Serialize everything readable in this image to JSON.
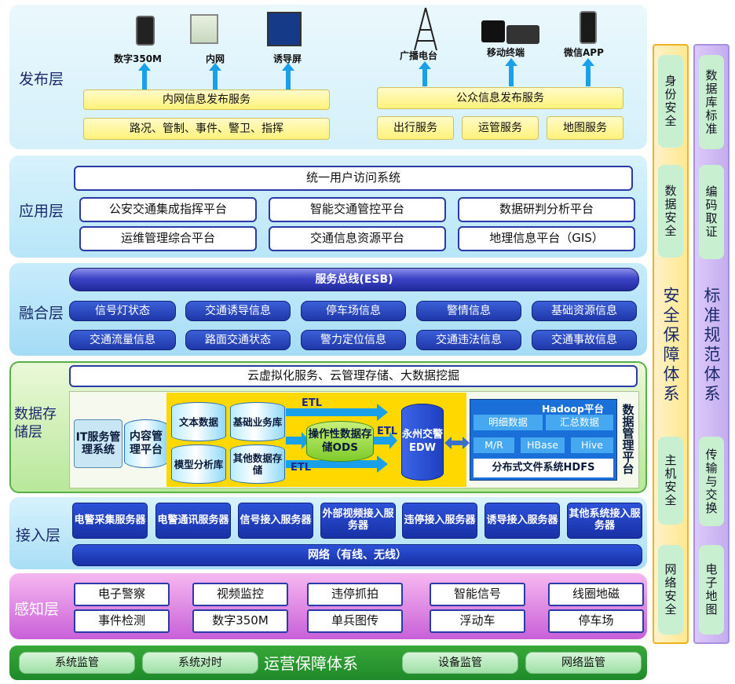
{
  "publish_layer": {
    "title": "发布层",
    "terminals_left": [
      "数字350M",
      "内网",
      "诱导屏"
    ],
    "terminals_right": [
      "广播电台",
      "移动终端",
      "微信APP"
    ],
    "intranet_service": "内网信息发布服务",
    "intranet_items": "路况、管制、事件、警卫、指挥",
    "public_service": "公众信息发布服务",
    "public_items": [
      "出行服务",
      "运管服务",
      "地图服务"
    ]
  },
  "app_layer": {
    "title": "应用层",
    "unified": "统一用户访问系统",
    "platforms": [
      "公安交通集成指挥平台",
      "智能交通管控平台",
      "数据研判分析平台",
      "运维管理综合平台",
      "交通信息资源平台",
      "地理信息平台（GIS）"
    ]
  },
  "fusion_layer": {
    "title": "融合层",
    "esb": "服务总线(ESB)",
    "items": [
      "信号灯状态",
      "交通诱导信息",
      "停车场信息",
      "警情信息",
      "基础资源信息",
      "交通流量信息",
      "路面交通状态",
      "警力定位信息",
      "交通违法信息",
      "交通事故信息"
    ]
  },
  "storage_layer": {
    "title": "数据存储层",
    "cloud": "云虚拟化服务、云管理存储、大数据挖掘",
    "it_service": "IT服务管理系统",
    "content_platform": "内容管理平台",
    "dbs": [
      "文本数据",
      "基础业务库",
      "模型分析库",
      "其他数据存储"
    ],
    "etl": "ETL",
    "ods": "操作性数据存储ODS",
    "edw": "永州交警EDW",
    "hadoop": "Hadoop平台",
    "hadoop_items": [
      "明细数据",
      "汇总数据",
      "M/R",
      "HBase",
      "Hive"
    ],
    "hdfs": "分布式文件系统HDFS",
    "data_mgmt": "数据管理平台"
  },
  "access_layer": {
    "title": "接入层",
    "servers": [
      "电警采集服务器",
      "电警通讯服务器",
      "信号接入服务器",
      "外部视频接入服务器",
      "违停接入服务器",
      "诱导接入服务器",
      "其他系统接入服务器"
    ],
    "network": "网络（有线、无线）"
  },
  "sense_layer": {
    "title": "感知层",
    "items": [
      "电子警察",
      "视频监控",
      "违停抓拍",
      "智能信号",
      "线圈地磁",
      "事件检测",
      "数字350M",
      "单兵图传",
      "浮动车",
      "停车场"
    ]
  },
  "ops_layer": {
    "title": "运营保障体系",
    "items": [
      "系统监管",
      "系统对时",
      "设备监管",
      "网络监管"
    ]
  },
  "security": {
    "title": "安全保障体系",
    "items": [
      "身份安全",
      "数据安全",
      "主机安全",
      "网络安全"
    ]
  },
  "standards": {
    "title": "标准规范体系",
    "items": [
      "数据库标准",
      "编码取证",
      "传输与交换",
      "电子地图"
    ]
  },
  "colors": {
    "navy": "#1a2a6c",
    "blue": "#1f37a8",
    "yellow": "#fff27a",
    "green": "#9fe0a6",
    "purple": "#c8b0f0"
  }
}
